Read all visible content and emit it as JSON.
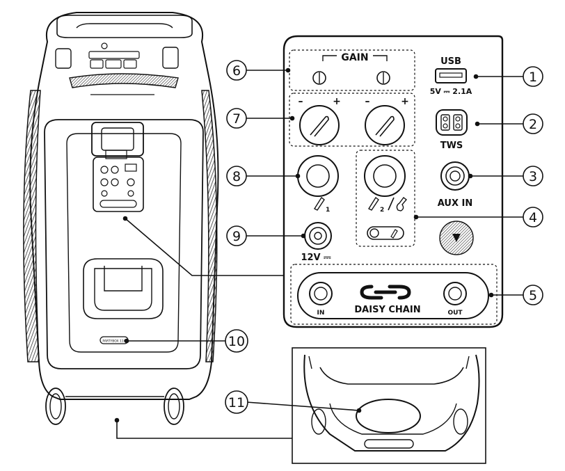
{
  "labels": {
    "gain": "GAIN",
    "usb": "USB",
    "usb_rating": "5V ⎓ 2.1A",
    "tws": "TWS",
    "aux_in": "AUX IN",
    "dc_in": "12V ⎓",
    "daisy_chain": "DAISY CHAIN",
    "daisy_in": "IN",
    "daisy_out": "OUT",
    "mic1_sub": "1",
    "mic2_sub": "2",
    "minus1": "–",
    "plus1": "+",
    "minus2": "–",
    "plus2": "+",
    "partybox_label": "PARTYBOX 110"
  },
  "callouts": [
    "1",
    "2",
    "3",
    "4",
    "5",
    "6",
    "7",
    "8",
    "9",
    "10",
    "11"
  ],
  "colors": {
    "ink": "#111111",
    "grille": "#444444",
    "background": "#ffffff"
  }
}
